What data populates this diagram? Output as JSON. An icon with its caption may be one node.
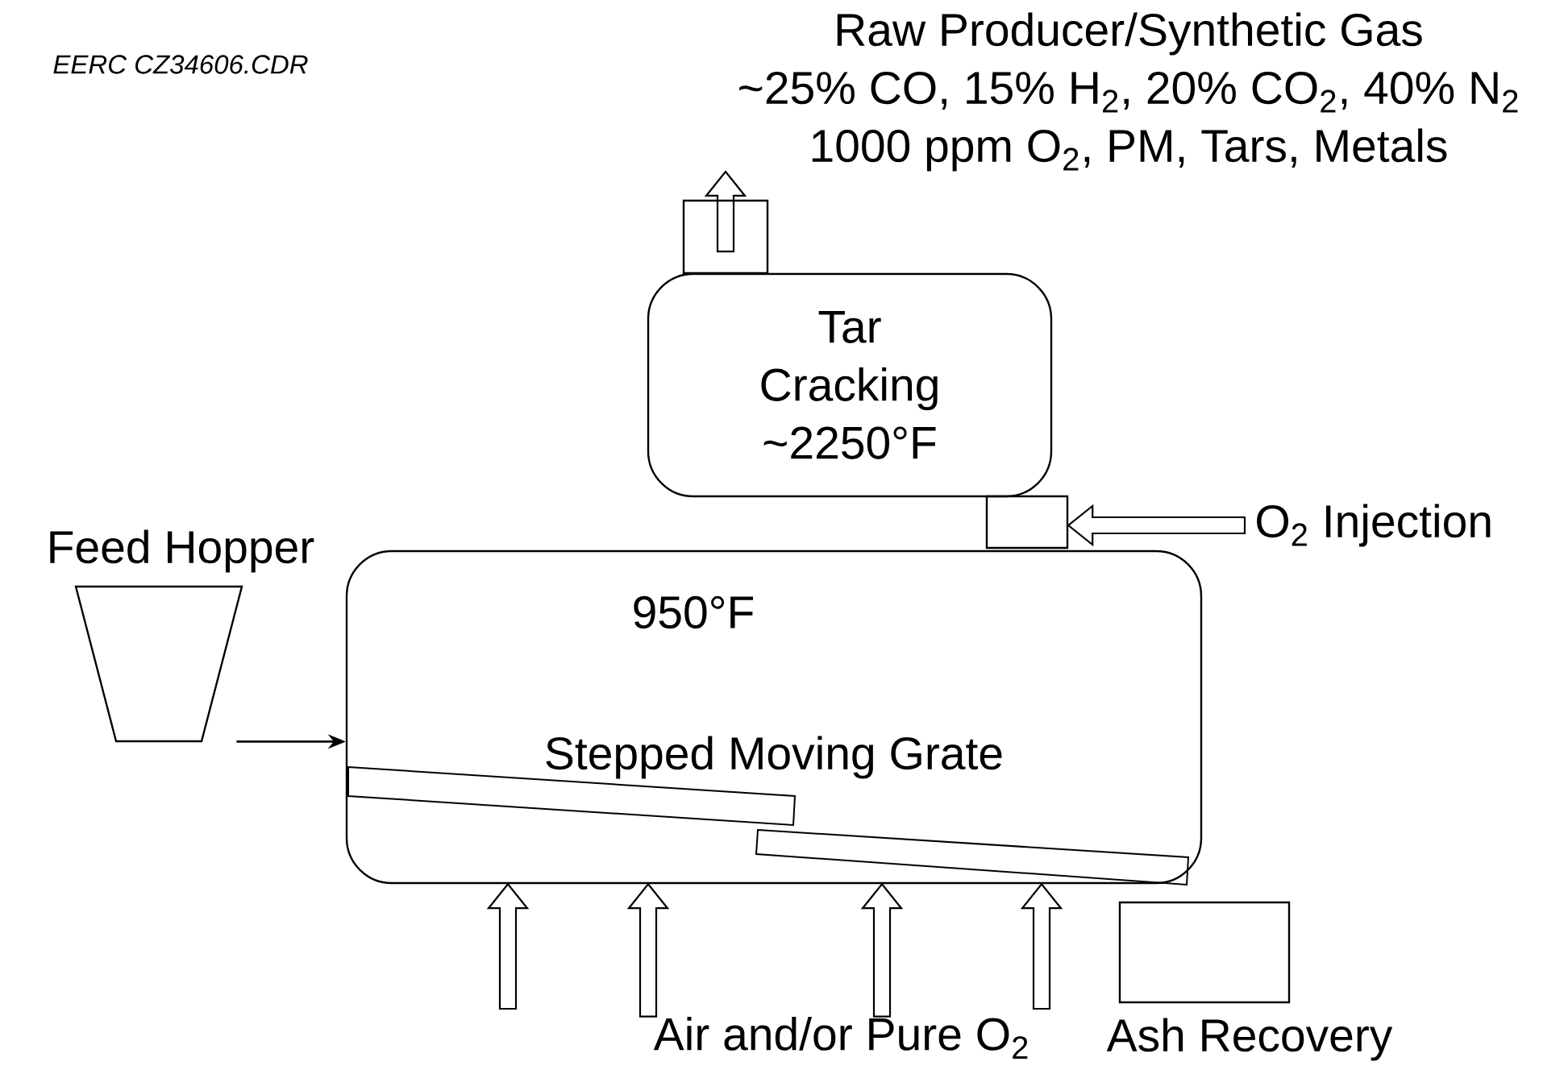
{
  "diagram": {
    "nodes": [
      {
        "text": [
          "950°F",
          "Stepped Moving Grate"
        ]
      },
      {
        "text": [
          "Tar Cracking ~2250°F"
        ]
      },
      {
        "text": [],
        "shape": "box"
      },
      {
        "text": [],
        "shape": "box"
      },
      {
        "text": [
          "Feed Hopper"
        ]
      },
      {
        "text": [
          "Ash Recovery"
        ]
      },
      {
        "text": [
          "Raw Producer/Synthetic Gas",
          "~25% CO, 15% H$_{2}$, 20% CO$_{2}$, 40% N$_{2}$",
          "1000 ppm O$_{2}$, PM, Tars, Metals"
        ]
      },
      {
        "text": [
          "O$_{2}$ Injection"
        ]
      },
      {
        "text": [
          "Air and/or Pure O$_{2}$"
        ]
      }
    ],
    "edges": [
      {
        "from": 3,
        "to": 6,
        "arrow": "to",
        "style": "thick"
      },
      {
        "from": 7,
        "to": 2,
        "arrow": "to",
        "style": "thick"
      },
      {
        "from": 4,
        "to": 0,
        "arrow": "to"
      },
      {
        "from": null,
        "to": 0,
        "arrow": "to",
        "style": "thick"
      },
      {
        "from": 8,
        "to": 0,
        "arrow": "to",
        "style": "thick"
      },
      {
        "from": 8,
        "to": 0,
        "arrow": "to",
        "style": "thick"
      },
      {
        "from": null,
        "to": 0,
        "arrow": "to",
        "style": "thick"
      }
    ],
    "labels": [
      "EERC CZ34606.CDR"
    ]
  }
}
